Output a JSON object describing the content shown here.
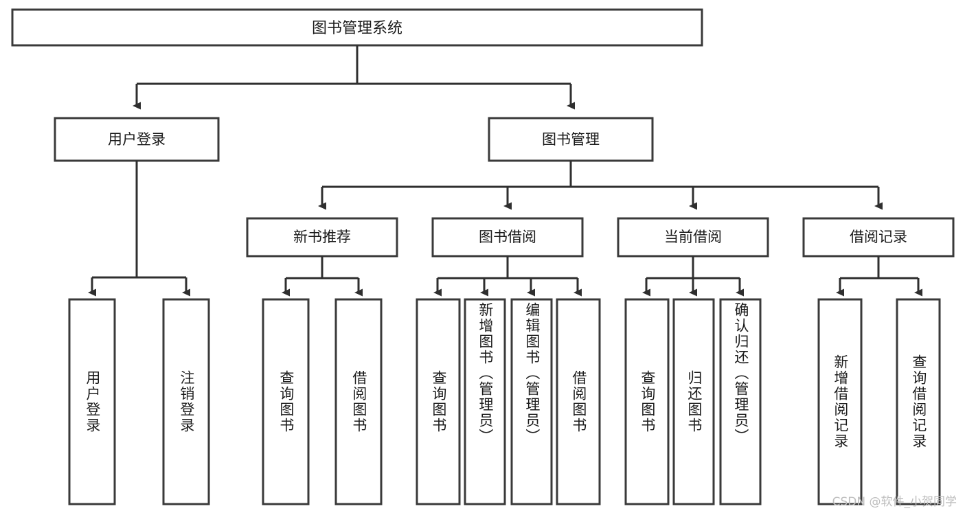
{
  "diagram": {
    "title": "图书管理系统",
    "type": "tree-hierarchy-diagram",
    "watermark": "CSDN @软件_小贺同学",
    "colors": {
      "box_fill": "#ffffff",
      "box_stroke": "#3a3a3a",
      "connector": "#2f2f2f",
      "text": "#1b1b1b",
      "watermark": "#bdbdbd",
      "background": "#ffffff"
    },
    "root": {
      "label": "图书管理系统"
    },
    "level2": [
      {
        "label": "用户登录"
      },
      {
        "label": "图书管理"
      }
    ],
    "level3": [
      {
        "label": "新书推荐"
      },
      {
        "label": "图书借阅"
      },
      {
        "label": "当前借阅"
      },
      {
        "label": "借阅记录"
      }
    ],
    "leaves": {
      "user_login": [
        {
          "label": "用户登录",
          "align": "center"
        },
        {
          "label": "注销登录",
          "align": "center"
        }
      ],
      "new_book_recommend": [
        {
          "label": "查询图书",
          "align": "center"
        },
        {
          "label": "借阅图书",
          "align": "center"
        }
      ],
      "book_borrow": [
        {
          "label": "查询图书",
          "align": "center"
        },
        {
          "label": "新增图书（管理员）",
          "align": "start"
        },
        {
          "label": "编辑图书（管理员）",
          "align": "start"
        },
        {
          "label": "借阅图书",
          "align": "center"
        }
      ],
      "current_borrow": [
        {
          "label": "查询图书",
          "align": "center"
        },
        {
          "label": "归还图书",
          "align": "center"
        },
        {
          "label": "确认归还（管理员）",
          "align": "start"
        }
      ],
      "borrow_record": [
        {
          "label": "新增借阅记录",
          "align": "center"
        },
        {
          "label": "查询借阅记录",
          "align": "center"
        }
      ]
    }
  }
}
